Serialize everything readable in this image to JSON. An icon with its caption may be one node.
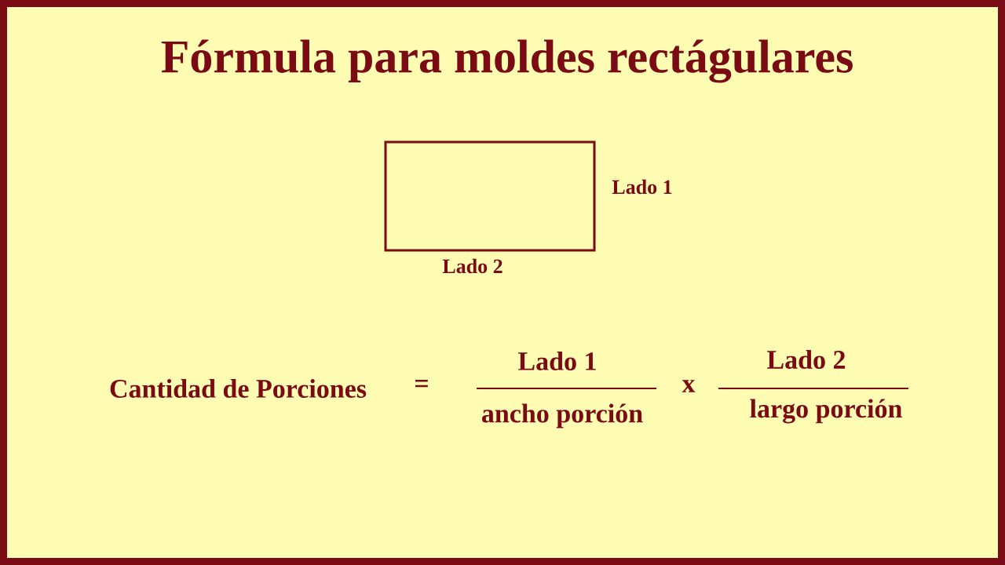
{
  "diagram": {
    "title": "Fórmula para moldes rectágulares",
    "nodes": [
      {
        "text": [],
        "shape": "box",
        "beside": [
          "Lado 1",
          "Lado 2"
        ]
      }
    ],
    "labels": [
      "Cantidad de Porciones",
      "=",
      "Lado 1",
      "x",
      "Lado 2",
      "ancho porción",
      "largo porción"
    ]
  }
}
